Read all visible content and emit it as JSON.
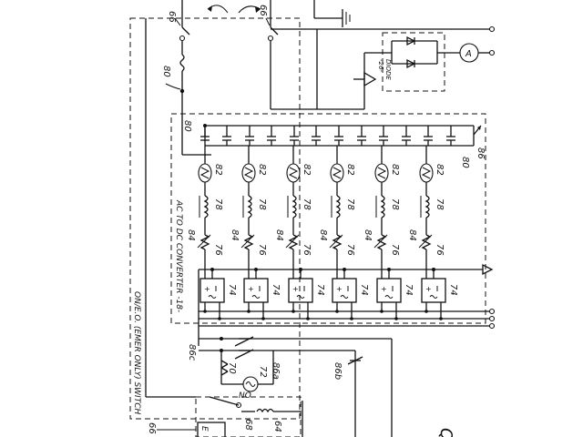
{
  "labels": {
    "sw_top_a": "66",
    "sw_top_b": "66",
    "ref_80_top": "80",
    "ref_80_bus": "80",
    "ref_80_right": "80",
    "ref_86": "86",
    "diode_caption_1": "DIODE",
    "diode_caption_2": "-26-",
    "ammeter": "A",
    "converter_caption": "AC TO DC  CONVERTER -18-",
    "switch_caption": "ON/E.O. (EMER ONLY) SWITCH",
    "ref_86c": "86c",
    "ref_70": "70",
    "ref_72": "72",
    "ref_86a": "86a",
    "ref_86b": "86b",
    "ref_66_bottom": "66",
    "ref_68": "68",
    "ref_64": "64",
    "contact_no": "NO",
    "box_partial": "E",
    "ref_82": "82",
    "ref_78": "78",
    "ref_84": "84",
    "ref_76": "76",
    "ref_74": "74",
    "figure_partial": "Q"
  },
  "channels": [
    {
      "id": 1
    },
    {
      "id": 2
    },
    {
      "id": 3
    },
    {
      "id": 4
    },
    {
      "id": 5
    },
    {
      "id": 6
    }
  ],
  "icons": [
    "capacitor-icon",
    "lamp-icon",
    "inductor-icon",
    "resistor-icon",
    "rectifier-module-icon",
    "ammeter-icon",
    "diode-icon",
    "switch-icon",
    "arrow-terminal-icon"
  ]
}
